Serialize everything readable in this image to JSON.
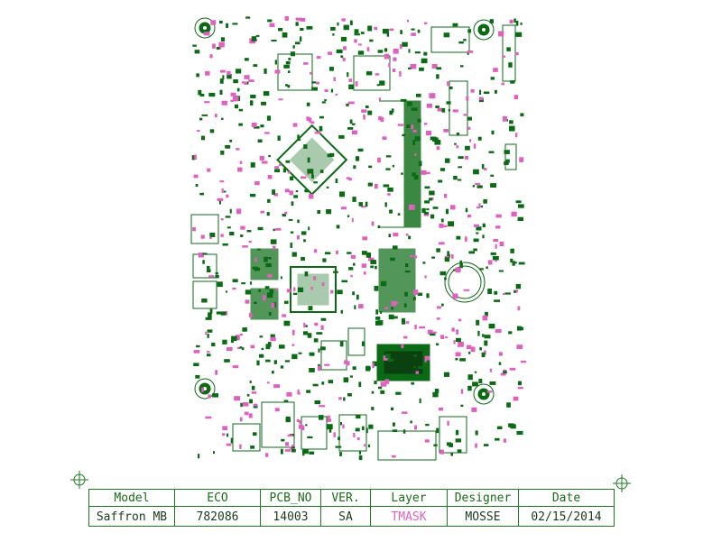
{
  "colors": {
    "background": "#ffffff",
    "copper": "#0b6b14",
    "silk_pink": "#e060c0",
    "outline": "#1f7a1f"
  },
  "icons": [
    "crosshair-fiducial-icon",
    "mounting-hole-icon"
  ],
  "title_block": {
    "headers": [
      "Model",
      "ECO",
      "PCB_NO",
      "VER.",
      "Layer",
      "Designer",
      "Date"
    ],
    "values": [
      "Saffron MB",
      "782086",
      "14003",
      "SA",
      "TMASK",
      "MOSSE",
      "02/15/2014"
    ]
  }
}
